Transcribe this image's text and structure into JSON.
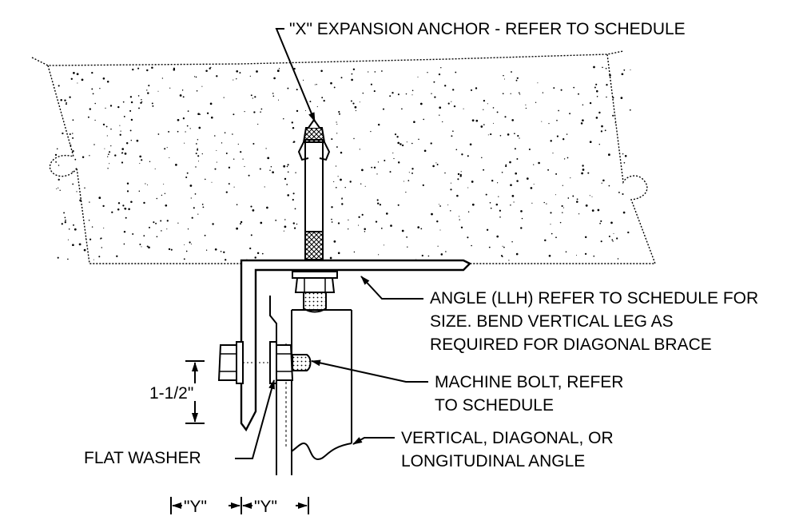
{
  "labels": {
    "anchor": "\"X\" EXPANSION ANCHOR - REFER TO SCHEDULE",
    "angle_line1": "ANGLE (LLH) REFER TO SCHEDULE FOR",
    "angle_line2": "SIZE.  BEND VERTICAL  LEG AS",
    "angle_line3": "REQUIRED FOR DIAGONAL BRACE",
    "bolt_line1": "MACHINE BOLT, REFER",
    "bolt_line2": "TO SCHEDULE",
    "dimension": "1-1/2\"",
    "washer": "FLAT WASHER",
    "vertical_line1": "VERTICAL, DIAGONAL, OR",
    "vertical_line2": "LONGITUDINAL ANGLE",
    "y_left": "\"Y\"",
    "y_right": "\"Y\""
  },
  "colors": {
    "ink": "#000000",
    "paper": "#ffffff"
  }
}
